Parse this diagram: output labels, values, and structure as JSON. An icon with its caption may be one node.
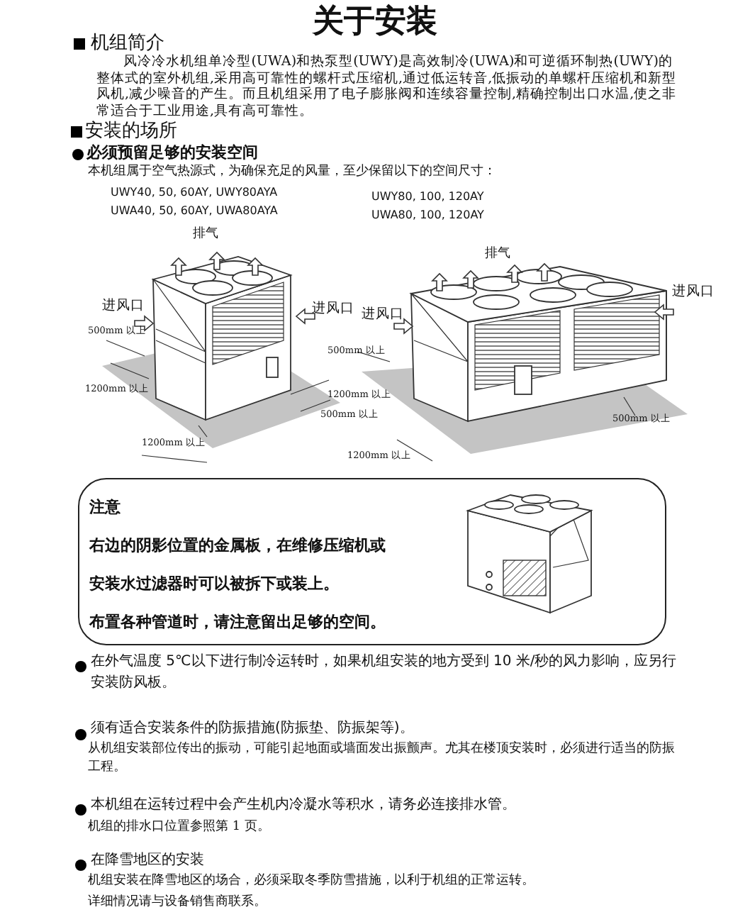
{
  "diagram": {
    "title": "关于安装",
    "nodes": [
      {
        "text": [
          "注意",
          "右边的阴影位置的金属板，在维修压缩机或安装水过滤器时可以被拆下或装上。",
          "布置各种管道时，请注意留出足够的空间。"
        ]
      }
    ],
    "edges": [],
    "labels": [
      "机组简介",
      "风冷冷水机组单冷型(UWA)和热泵型(UWY)是高效制冷(UWA)和可逆循环制热(UWY)的整体式的室外机组,采用高可靠性的螺杆式压缩机,通过低运转音,低振动的单螺杆压缩机和新型风机,减少噪音的产生。而且机组采用了电子膨胀阀和连续容量控制,精确控制出口水温,使之非常适合于工业用途,具有高可靠性。",
      "安装的场所",
      "必须预留足够的安装空间",
      "本机组属于空气热源式，为确保充足的风量，至少保留以下的空间尺寸：",
      "UWY40, 50, 60AY, UWY80AYA",
      "UWY80, 100, 120AY",
      "UWA40, 50, 60AY, UWA80AYA",
      "UWA80, 100, 120AY",
      "排气",
      "进风口",
      "500mm 以上",
      "进风口",
      "1200mm 以上",
      "1200mm 以上",
      "500mm 以上",
      "1200mm 以上",
      "排气",
      "进风口",
      "500mm 以上",
      "进风口",
      "500mm 以上",
      "1200mm 以上",
      "在外气温度 5℃以下进行制冷运转时，如果机组安装的地方受到 10 米/秒的风力影响，应另行安装防风板。",
      "须有适合安装条件的防振措施(防振垫、防振架等)。",
      "从机组安装部位传出的振动，可能引起地面或墙面发出振颤声。尤其在楼顶安装时，必须进行适当的防振工程。",
      "本机组在运转过程中会产生机内冷凝水等积水，请务必连接排水管。",
      "机组的排水口位置参照第 1 页。",
      "在降雪地区的安装",
      "机组安装在降雪地区的场合，必须采取冬季防雪措施，以利于机组的正常运转。",
      "详细情况请与设备销售商联系。"
    ]
  }
}
